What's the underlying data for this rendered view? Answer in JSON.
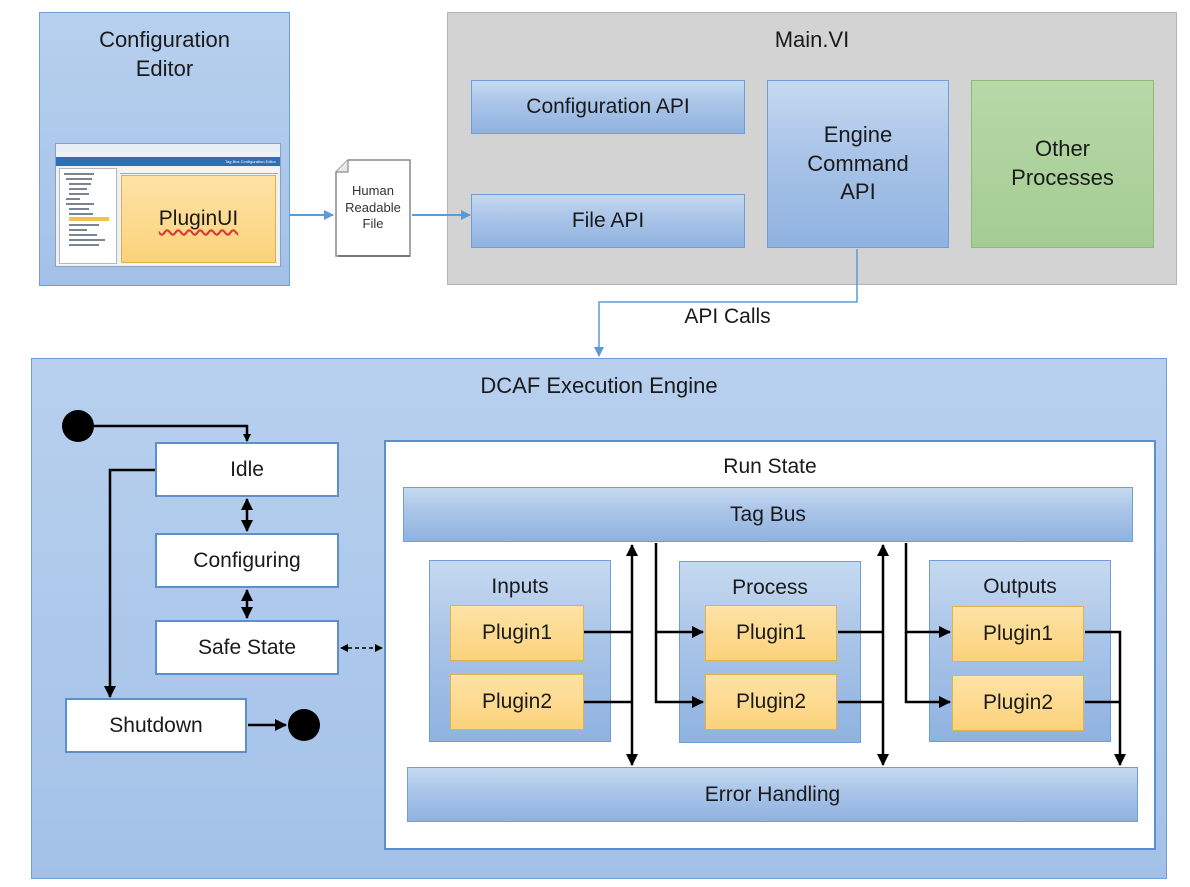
{
  "config_editor": {
    "title": "Configuration\nEditor",
    "plugin_ui_label": "PluginUI",
    "mini_window_title": "Tag Bus Configuration Editor"
  },
  "file_doc": {
    "label": "Human\nReadable\nFile"
  },
  "main_vi": {
    "title": "Main.VI",
    "configuration_api": "Configuration API",
    "file_api": "File API",
    "engine_command_api": "Engine\nCommand\nAPI",
    "other_processes": "Other\nProcesses"
  },
  "api_calls_label": "API Calls",
  "engine": {
    "title": "DCAF Execution Engine",
    "states": {
      "idle": "Idle",
      "configuring": "Configuring",
      "safe_state": "Safe State",
      "shutdown": "Shutdown"
    },
    "run_state": {
      "title": "Run State",
      "tag_bus": "Tag Bus",
      "error_handling": "Error Handling",
      "groups": [
        {
          "name": "Inputs",
          "plugins": [
            "Plugin1",
            "Plugin2"
          ]
        },
        {
          "name": "Process",
          "plugins": [
            "Plugin1",
            "Plugin2"
          ]
        },
        {
          "name": "Outputs",
          "plugins": [
            "Plugin1",
            "Plugin2"
          ]
        }
      ]
    }
  },
  "colors": {
    "connector_blue": "#5b9bd5",
    "arrow_black": "#000000",
    "plugin_orange": "#fbd27c",
    "other_green": "#a4cc93"
  }
}
